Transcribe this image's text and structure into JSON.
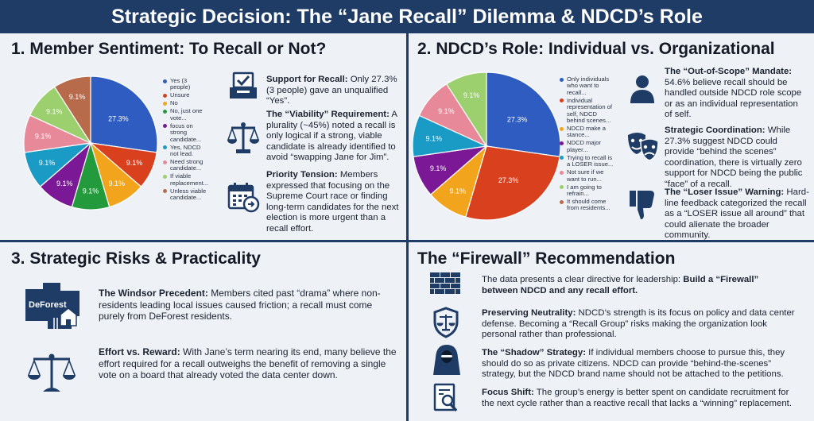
{
  "title": "Strategic Decision: The “Jane Recall” Dilemma & NDCD’s Role",
  "panel1": {
    "heading": "1. Member Sentiment: To Recall or Not?",
    "pie_data": {
      "type": "pie",
      "slices": [
        {
          "label": "Yes (3\npeople)",
          "value": 27.3,
          "display": "27.3%",
          "color": "#2e5cc0"
        },
        {
          "label": "Unsure",
          "value": 9.1,
          "display": "9.1%",
          "color": "#d9401e"
        },
        {
          "label": "No",
          "value": 9.1,
          "display": "9.1%",
          "color": "#f2a51c"
        },
        {
          "label": "No, just one\nvote...",
          "value": 9.1,
          "display": "9.1%",
          "color": "#239a3c"
        },
        {
          "label": "focus on\nstrong\ncandidate...",
          "value": 9.1,
          "display": "9.1%",
          "color": "#7b1896"
        },
        {
          "label": "Yes, NDCD\nnot lead.",
          "value": 9.1,
          "display": "9.1%",
          "color": "#1a9bc6"
        },
        {
          "label": "Need strong\ncandidate...",
          "value": 9.1,
          "display": "9.1%",
          "color": "#e8899a"
        },
        {
          "label": "If viable\nreplacement...",
          "value": 9.1,
          "display": "9.1%",
          "color": "#9ccf6e"
        },
        {
          "label": "Unless viable\ncandidate...",
          "value": 9.1,
          "display": "9.1%",
          "color": "#b86b4b"
        }
      ]
    },
    "items": [
      {
        "icon": "ballot-box-icon",
        "head": "Support for Recall:",
        "body": " Only 27.3% (3 people) gave an unqualified “Yes”."
      },
      {
        "icon": "scales-icon",
        "head": "The “Viability” Requirement:",
        "body": " A plurality (~45%) noted a recall is only logical if a strong, viable candidate is already identified to avoid “swapping Jane for Jim”."
      },
      {
        "icon": "calendar-icon",
        "head": "Priority Tension:",
        "body": " Members expressed that focusing on the Supreme Court race or finding long-term candidates for the next election is more urgent than a recall effort."
      }
    ]
  },
  "panel2": {
    "heading": "2. NDCD’s Role: Individual vs. Organizational",
    "pie_data": {
      "type": "pie",
      "slices": [
        {
          "label": "Only individuals\nwho want to\nrecall...",
          "value": 27.3,
          "display": "27.3%",
          "color": "#2e5cc0"
        },
        {
          "label": "Individual\nrepresentation of\nself, NDCD\nbehind scenes...",
          "value": 27.3,
          "display": "27.3%",
          "color": "#d9401e"
        },
        {
          "label": "NDCD make a\nstance...",
          "value": 9.1,
          "display": "9.1%",
          "color": "#f2a51c"
        },
        {
          "label": "NDCD major\nplayer...",
          "value": 9.1,
          "display": "9.1%",
          "color": "#7b1896"
        },
        {
          "label": "Trying to recall is\na LOSER issue...",
          "value": 9.1,
          "display": "9.1%",
          "color": "#1a9bc6"
        },
        {
          "label": "Not sure if we\nwant to run...",
          "value": 9.1,
          "display": "9.1%",
          "color": "#e8899a"
        },
        {
          "label": "I am going to\nrefrain...",
          "value": 9.1,
          "display": "9.1%",
          "color": "#9ccf6e"
        },
        {
          "label": "It should come\nfrom residents...",
          "value": 0,
          "display": "",
          "color": "#b86b4b"
        }
      ]
    },
    "items": [
      {
        "icon": "person-icon",
        "head": "The “Out-of-Scope” Mandate:",
        "body": " 54.6% believe recall should be handled outside NDCD role scope or as an individual representation of self."
      },
      {
        "icon": "theater-masks-icon",
        "head": "Strategic Coordination:",
        "body": " While 27.3% suggest NDCD could provide “behind the scenes” coordination, there is virtually zero support for NDCD being the public “face” of a recall."
      },
      {
        "icon": "thumbs-down-icon",
        "head": "The “Loser Issue” Warning:",
        "body": " Hard-line feedback categorized the recall as a “LOSER issue all around” that could alienate the broader community."
      }
    ]
  },
  "panel3": {
    "heading": "3. Strategic Risks & Practicality",
    "map_label": "DeForest",
    "items": [
      {
        "icon": "map-house-icon",
        "head": "The Windsor Precedent:",
        "body": " Members cited past “drama” where non-residents leading local issues caused friction; a recall must come purely from DeForest residents."
      },
      {
        "icon": "balance-scale-icon",
        "head": "Effort vs. Reward:",
        "body": " With Jane’s term nearing its end, many believe the effort required for a recall outweighs the benefit of removing a single vote on a board that already voted the data center down."
      }
    ]
  },
  "panel4": {
    "heading": "The “Firewall” Recommendation",
    "items": [
      {
        "icon": "brick-wall-icon",
        "head": "",
        "body": "The data presents a clear directive for leadership: ",
        "tail": "Build a “Firewall” between NDCD and any recall effort."
      },
      {
        "icon": "shield-scales-icon",
        "head": "Preserving Neutrality:",
        "body": " NDCD’s strength is its focus on policy and data center defense. Becoming a “Recall Group” risks making the organization look personal rather than professional."
      },
      {
        "icon": "hooded-figure-icon",
        "head": "The “Shadow” Strategy:",
        "body": " If individual members choose to pursue this, they should do so as private citizens. NDCD can provide “behind-the-scenes” strategy, but the NDCD brand name should not be attached to the petitions."
      },
      {
        "icon": "document-search-icon",
        "head": "Focus Shift:",
        "body": " The group’s energy is better spent on candidate recruitment for the next cycle rather than a reactive recall that lacks a “winning” replacement."
      }
    ]
  },
  "colors": {
    "navy": "#1f3c66",
    "panel": "#f4f6fa"
  }
}
